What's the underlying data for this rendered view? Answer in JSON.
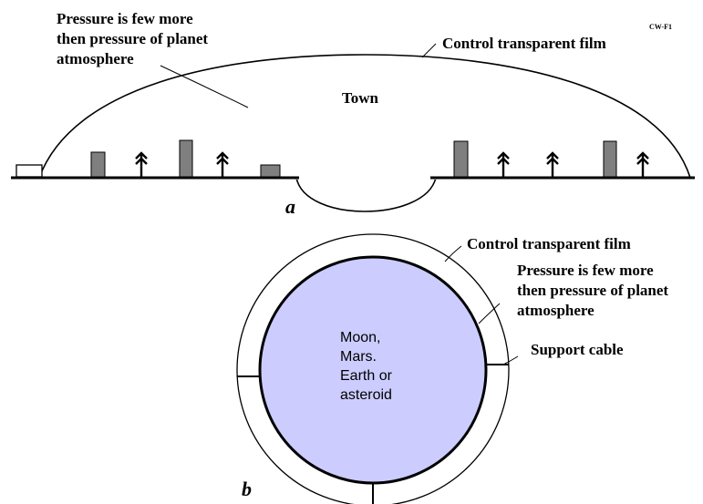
{
  "colors": {
    "ink": "#000000",
    "building": "#7f7f7f",
    "planet_fill": "#ccccff"
  },
  "icons": [
    "tree-icon"
  ],
  "part_a": {
    "pressure_note": "Pressure is few more\nthen pressure of planet\natmosphere",
    "figure_code": "CW-F1",
    "film_label": "Control transparent film",
    "town_label": "Town",
    "caption": "a"
  },
  "part_b": {
    "film_label": "Control transparent film",
    "pressure_note": "Pressure is few more\nthen pressure of planet\natmosphere",
    "cable_label": "Support cable",
    "planet_label": "Moon,\nMars.\nEarth or\nasteroid",
    "caption": "b"
  }
}
